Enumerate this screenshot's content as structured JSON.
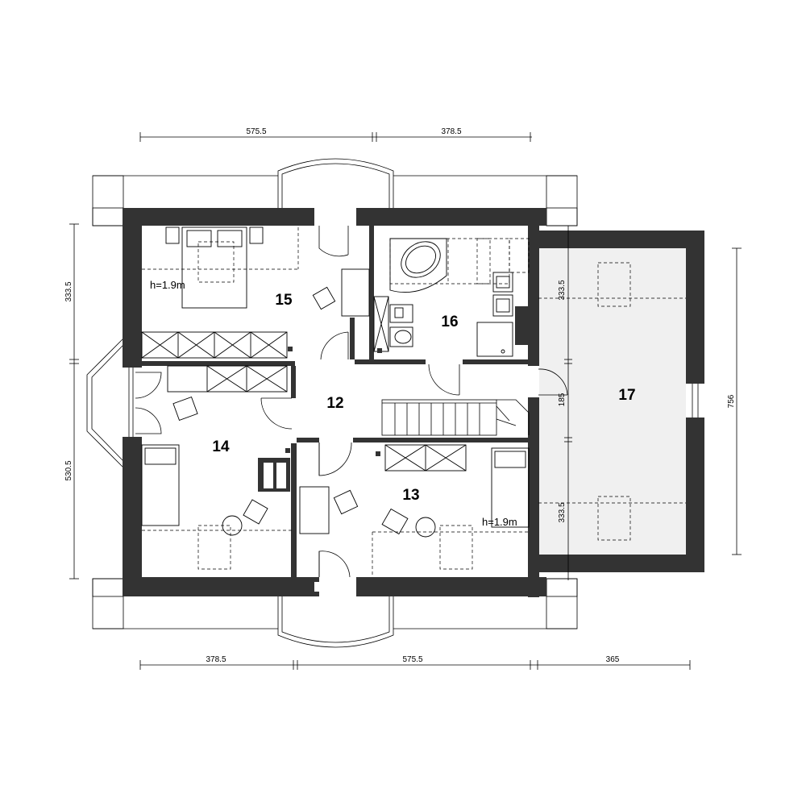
{
  "rooms": {
    "r12": "12",
    "r13": "13",
    "r14": "14",
    "r15": "15",
    "r16": "16",
    "r17": "17"
  },
  "notes": {
    "h15": "h=1.9m",
    "h13": "h=1.9m"
  },
  "dimensions": {
    "top_left": "575.5",
    "top_right": "378.5",
    "bottom_left": "378.5",
    "bottom_mid": "575.5",
    "bottom_right": "365",
    "left_top": "333.5",
    "left_bottom": "530.5",
    "right_total": "756",
    "garage_top": "333.5",
    "garage_mid": "185",
    "garage_bottom": "333.5"
  },
  "colors": {
    "wall": "#333333",
    "garage_floor": "#f0f0f0"
  }
}
